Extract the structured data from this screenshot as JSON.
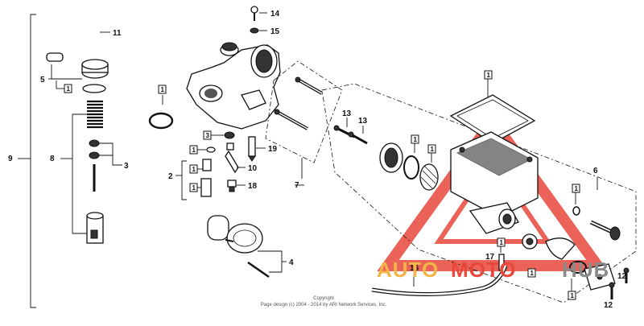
{
  "callouts": {
    "c14": "14",
    "c15": "15",
    "c11": "11",
    "c5": "5",
    "c9": "9",
    "c8": "8",
    "c3a": "3",
    "c3b": "3",
    "c2": "2",
    "c10": "10",
    "c18": "18",
    "c19": "19",
    "c4": "4",
    "c7": "7",
    "c13a": "13",
    "c13b": "13",
    "c6": "6",
    "c16": "16",
    "c17": "17",
    "c12a": "12",
    "c12b": "12"
  },
  "box_mark": "1",
  "copyright": {
    "line1": "Copyright",
    "line2": "Page design (c) 2004 - 2014 by ARI Network Services, Inc."
  },
  "watermark": {
    "word1": "AUTO",
    "word2": "MOTO",
    "word3": "HUB",
    "colors": {
      "red": "#e8473c",
      "orange": "#f2b54a",
      "gray": "#8a8a8a"
    }
  }
}
